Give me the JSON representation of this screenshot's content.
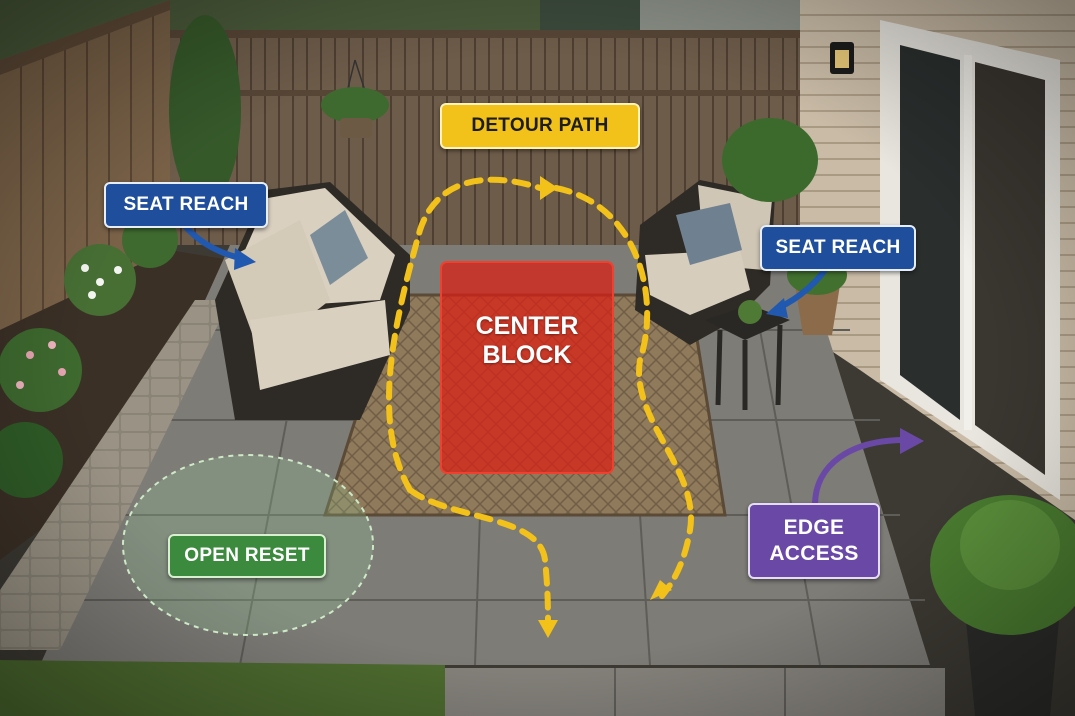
{
  "labels": {
    "seat_reach_left": "SEAT REACH",
    "seat_reach_right": "SEAT REACH",
    "detour_path": "DETOUR PATH",
    "center_block": "CENTER\nBLOCK",
    "open_reset": "OPEN RESET",
    "edge_access": "EDGE\nACCESS"
  },
  "colors": {
    "seat_reach": "#1f4f9c",
    "detour_path": "#f2c21a",
    "center_block": "#d42a1e",
    "open_reset": "#3c8a3e",
    "edge_access": "#6a49a6"
  },
  "objects": [
    "wood-fence",
    "outdoor-loveseat",
    "armchair",
    "side-table",
    "woven-rug",
    "stone-patio",
    "retaining-wall",
    "house-siding",
    "sliding-door",
    "wall-lantern",
    "hanging-planter",
    "potted-fern",
    "flower-bed",
    "lawn"
  ]
}
